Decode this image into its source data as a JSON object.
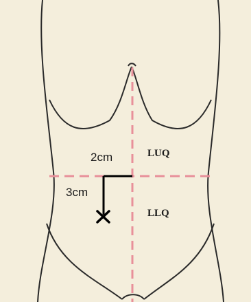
{
  "diagram": {
    "labels": {
      "upper_quadrant": "LUQ",
      "lower_quadrant": "LLQ",
      "horizontal_offset": "2cm",
      "vertical_offset": "3cm"
    },
    "colors": {
      "background": "#f4eedc",
      "outline": "#2a2a2a",
      "quadrant_lines": "#e8909a",
      "marker": "#000000"
    },
    "icons": {
      "entry_point": "x-mark-icon"
    }
  }
}
